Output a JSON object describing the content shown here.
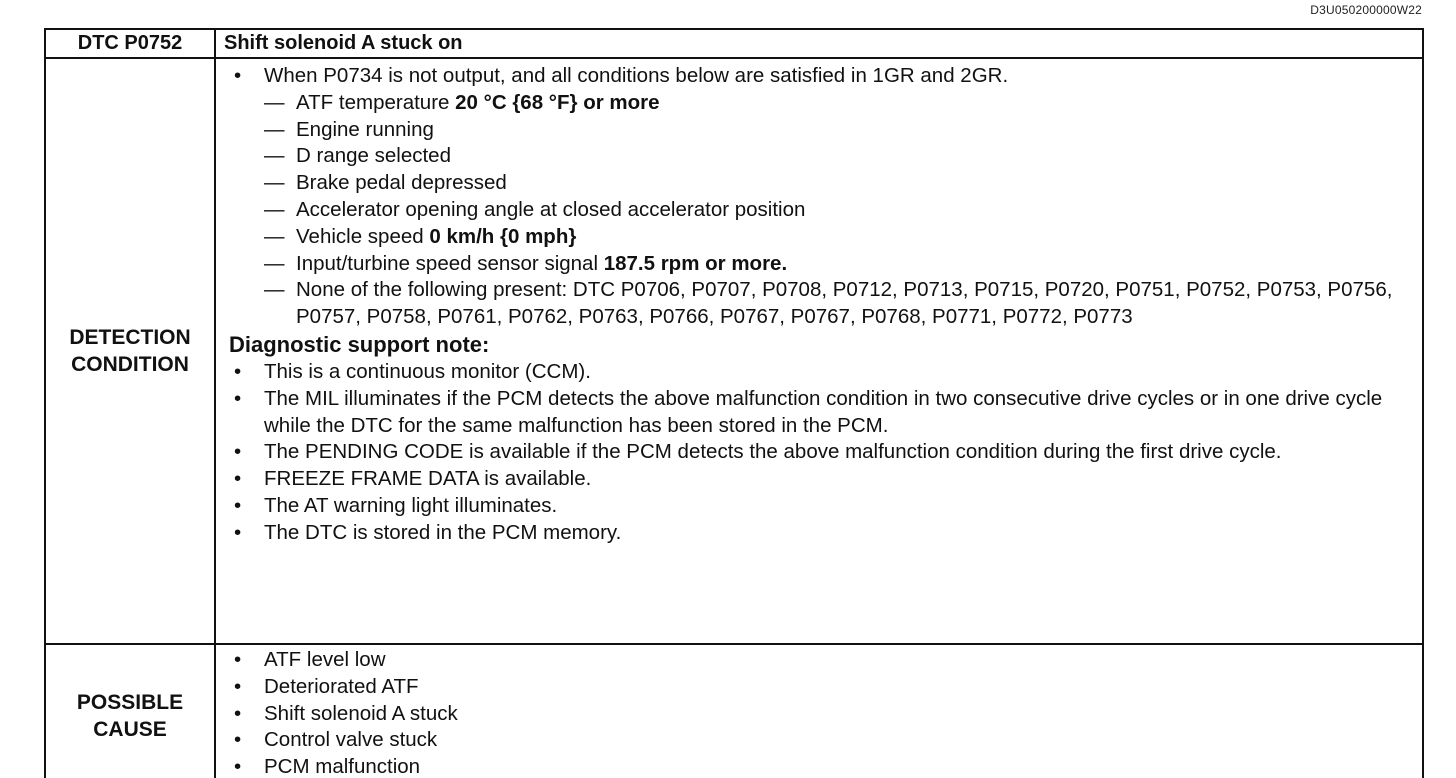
{
  "doc_code": "D3U050200000W22",
  "header": {
    "code": "DTC P0752",
    "title": "Shift solenoid A stuck on"
  },
  "detection": {
    "label_line1": "DETECTION",
    "label_line2": "CONDITION",
    "intro": "When P0734 is not output, and all conditions below are satisfied in 1GR and 2GR.",
    "conditions": [
      {
        "text": "ATF temperature ",
        "bold": "20 °C {68 °F} or more"
      },
      {
        "text": "Engine running",
        "bold": ""
      },
      {
        "text": "D range selected",
        "bold": ""
      },
      {
        "text": "Brake pedal depressed",
        "bold": ""
      },
      {
        "text": "Accelerator opening angle at closed accelerator position",
        "bold": ""
      },
      {
        "text": "Vehicle speed ",
        "bold": "0 km/h {0 mph}"
      },
      {
        "text": "Input/turbine speed sensor signal ",
        "bold": "187.5 rpm or more."
      },
      {
        "text": "None of the following present: DTC P0706, P0707, P0708, P0712, P0713, P0715, P0720, P0751, P0752, P0753, P0756, P0757, P0758, P0761, P0762, P0763, P0766, P0767, P0767, P0768, P0771, P0772, P0773",
        "bold": ""
      }
    ],
    "note_title": "Diagnostic support note:",
    "notes": [
      "This is a continuous monitor (CCM).",
      "The MIL illuminates if the PCM detects the above malfunction condition in two consecutive drive cycles or in one drive cycle while the DTC for the same malfunction has been stored in the PCM.",
      "The PENDING CODE is available if the PCM detects the above malfunction condition during the first drive cycle.",
      "FREEZE FRAME DATA is available.",
      "The AT warning light illuminates.",
      "The DTC is stored in the PCM memory."
    ]
  },
  "possible_cause": {
    "label_line1": "POSSIBLE",
    "label_line2": "CAUSE",
    "items": [
      "ATF level low",
      "Deteriorated ATF",
      "Shift solenoid A stuck",
      "Control valve stuck",
      "PCM malfunction"
    ]
  }
}
